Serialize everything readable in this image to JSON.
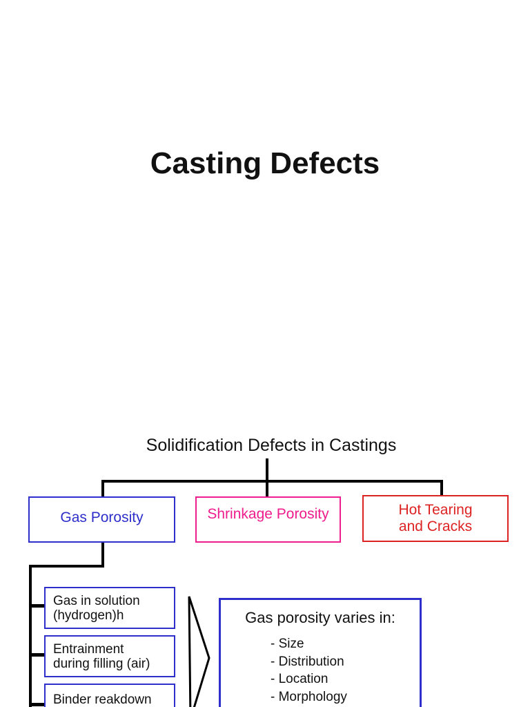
{
  "title": "Casting Defects",
  "diagram": {
    "heading": "Solidification Defects in Castings",
    "branches": [
      {
        "label": "Gas Porosity"
      },
      {
        "label": "Shrinkage Porosity"
      },
      {
        "label_line1": "Hot Tearing",
        "label_line2": "and Cracks"
      }
    ],
    "gas_sources": [
      {
        "line1": "Gas in solution",
        "line2": "(hydrogen)h"
      },
      {
        "line1": "Entrainment",
        "line2": "during filling (air)"
      },
      {
        "line1": "Binder reakdown"
      }
    ],
    "info_box": {
      "title": "Gas porosity varies in:",
      "items": [
        "- Size",
        "- Distribution",
        "- Location",
        "- Morphology"
      ]
    },
    "colors": {
      "blue": "#2e2ecb",
      "pink": "#ee1c8c",
      "red": "#dd2222",
      "connector": "#000000",
      "background": "#ffffff"
    }
  }
}
